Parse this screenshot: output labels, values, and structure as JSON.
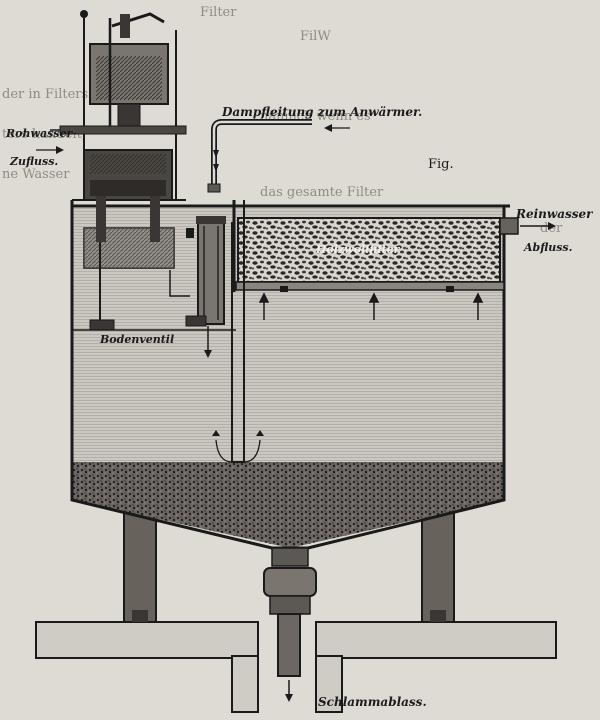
{
  "diagram": {
    "labels": {
      "raw_water_line1": "Rohwasser-",
      "raw_water_line2": "Zufluss.",
      "steam_line": "Dampfleitung zum Anwärmer.",
      "figure_ref": "Fig.",
      "clean_water_line1": "Reinwasser",
      "clean_water_line2": "Abfluss.",
      "wood_wool_filter": "Holzwollfilter",
      "bottom_valve": "Bodenventil",
      "sludge_drain": "Schlammablass."
    },
    "background_text_fragments": [
      "Filter",
      "FilW",
      "der in Filters",
      "nämlich wenn es",
      "ters handelt,",
      "ne Wasser",
      "das gesamte Filter",
      "der"
    ],
    "colors": {
      "paper": "#dedad4",
      "ink": "#1a1a1a",
      "water": "#c9c5bf",
      "metal": "#5c5853",
      "dark_metal": "#2e2b28"
    }
  }
}
